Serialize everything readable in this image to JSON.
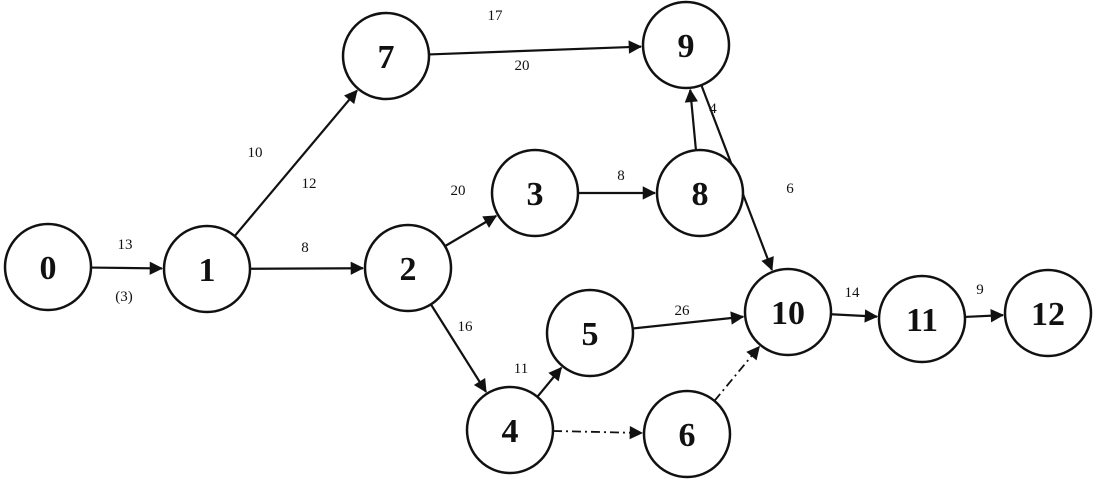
{
  "nodes": [
    {
      "id": "0",
      "label": "0"
    },
    {
      "id": "1",
      "label": "1"
    },
    {
      "id": "2",
      "label": "2"
    },
    {
      "id": "3",
      "label": "3"
    },
    {
      "id": "4",
      "label": "4"
    },
    {
      "id": "5",
      "label": "5"
    },
    {
      "id": "6",
      "label": "6"
    },
    {
      "id": "7",
      "label": "7"
    },
    {
      "id": "8",
      "label": "8"
    },
    {
      "id": "9",
      "label": "9"
    },
    {
      "id": "10",
      "label": "10"
    },
    {
      "id": "11",
      "label": "11"
    },
    {
      "id": "12",
      "label": "12"
    }
  ],
  "edges": [
    {
      "from": "0",
      "to": "1",
      "style": "solid",
      "labels": [
        "13",
        "(3)"
      ]
    },
    {
      "from": "1",
      "to": "7",
      "style": "solid",
      "labels": [
        "10",
        "12"
      ]
    },
    {
      "from": "1",
      "to": "2",
      "style": "solid",
      "labels": [
        "8"
      ]
    },
    {
      "from": "7",
      "to": "9",
      "style": "solid",
      "labels": [
        "17",
        "20"
      ]
    },
    {
      "from": "2",
      "to": "3",
      "style": "solid",
      "labels": [
        "20"
      ]
    },
    {
      "from": "3",
      "to": "8",
      "style": "solid",
      "labels": [
        "8"
      ]
    },
    {
      "from": "8",
      "to": "9",
      "style": "solid",
      "labels": [
        "4"
      ]
    },
    {
      "from": "9",
      "to": "10",
      "style": "solid",
      "labels": [
        "6"
      ]
    },
    {
      "from": "2",
      "to": "4",
      "style": "solid",
      "labels": [
        "16"
      ]
    },
    {
      "from": "4",
      "to": "5",
      "style": "solid",
      "labels": [
        "11"
      ]
    },
    {
      "from": "5",
      "to": "10",
      "style": "solid",
      "labels": [
        "26"
      ]
    },
    {
      "from": "4",
      "to": "6",
      "style": "dashed",
      "labels": []
    },
    {
      "from": "6",
      "to": "10",
      "style": "dashed",
      "labels": []
    },
    {
      "from": "10",
      "to": "11",
      "style": "solid",
      "labels": [
        "14"
      ]
    },
    {
      "from": "11",
      "to": "12",
      "style": "solid",
      "labels": [
        "9"
      ]
    }
  ],
  "colors": {
    "ink": "#111111",
    "background": "#ffffff"
  }
}
